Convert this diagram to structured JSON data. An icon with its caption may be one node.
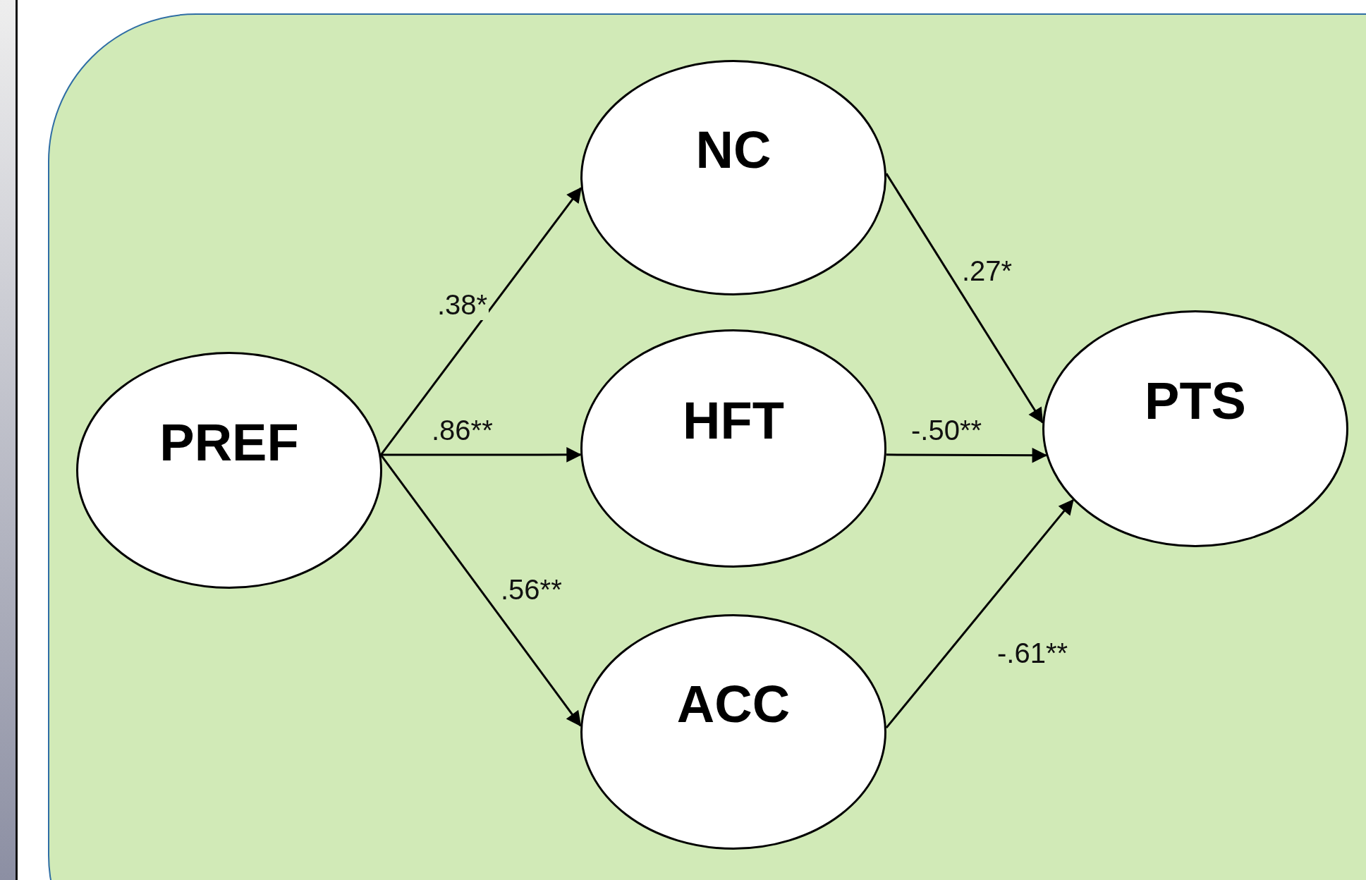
{
  "diagram": {
    "nodes": [
      {
        "text": [
          "PREF"
        ]
      },
      {
        "text": [
          "NC"
        ]
      },
      {
        "text": [
          "HFT"
        ]
      },
      {
        "text": [
          "ACC"
        ]
      },
      {
        "text": [
          "PTS"
        ]
      }
    ],
    "edges": [
      {
        "from": 0,
        "to": 1,
        "arrow": "to",
        "label": ".38*"
      },
      {
        "from": 0,
        "to": 2,
        "arrow": "to",
        "label": ".86**"
      },
      {
        "from": 0,
        "to": 3,
        "arrow": "to",
        "label": ".56**"
      },
      {
        "from": 1,
        "to": 4,
        "arrow": "to",
        "label": ".27*"
      },
      {
        "from": 2,
        "to": 4,
        "arrow": "to",
        "label": "-.50**"
      },
      {
        "from": 3,
        "to": 4,
        "arrow": "to",
        "label": "-.61**"
      }
    ]
  }
}
